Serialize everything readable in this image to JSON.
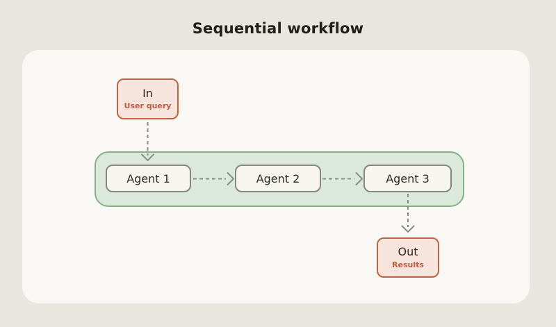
{
  "title": "Sequential workflow",
  "diagram": {
    "input_node": {
      "label": "In",
      "sublabel": "User query"
    },
    "agents": [
      {
        "label": "Agent 1"
      },
      {
        "label": "Agent 2"
      },
      {
        "label": "Agent 3"
      }
    ],
    "output_node": {
      "label": "Out",
      "sublabel": "Results"
    }
  },
  "colors": {
    "page_background": "#e8e6df",
    "card_background": "#f9f8f4",
    "io_node_fill": "#f7e4dd",
    "io_node_border": "#c1653f",
    "io_sublabel_text": "#c05c40",
    "agents_lane_fill": "#dbe9da",
    "agents_lane_border": "#87b087",
    "agent_node_fill": "#f6f5f0",
    "agent_node_border": "#85867f",
    "arrow": "#8b8c85",
    "title_text": "#21201b",
    "node_text": "#2b2a24"
  }
}
